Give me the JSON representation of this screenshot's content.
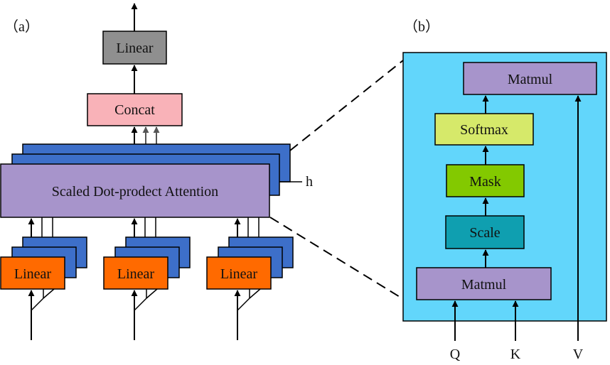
{
  "panel_a": {
    "label": "（a）",
    "output_linear": "Linear",
    "concat": "Concat",
    "attention": "Scaled Dot-prodect Attention",
    "heads": "h",
    "input_linear_1": "Linear",
    "input_linear_2": "Linear",
    "input_linear_3": "Linear"
  },
  "panel_b": {
    "label": "（b）",
    "matmul_top": "Matmul",
    "softmax": "Softmax",
    "mask": "Mask",
    "scale": "Scale",
    "matmul_bottom": "Matmul",
    "input_q": "Q",
    "input_k": "K",
    "input_v": "V"
  },
  "colors": {
    "linear_gray": "#8f8f8f",
    "concat_pink": "#f9b2b8",
    "attention_purple": "#a794cb",
    "stack_blue": "#3d6fc9",
    "input_orange": "#ff6a00",
    "panel_cyan": "#62d6fb",
    "softmax_yellow": "#d6e96a",
    "mask_green": "#83c900",
    "scale_teal": "#0f9fb0"
  }
}
